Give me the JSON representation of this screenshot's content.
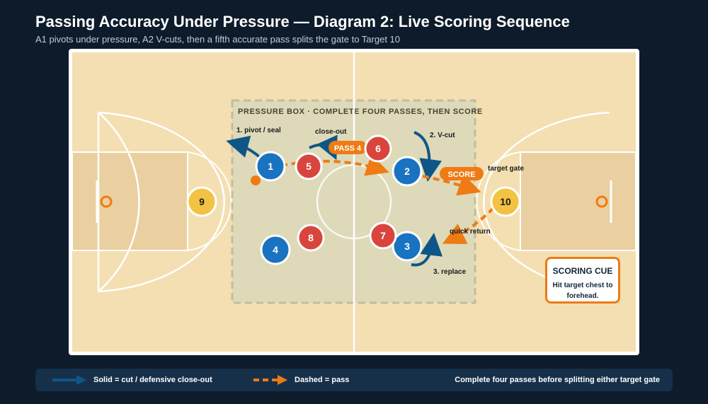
{
  "header": {
    "title": "Passing Accuracy Under Pressure — Diagram 2: Live Scoring Sequence",
    "subtitle": "A1 pivots under pressure, A2 V-cuts, then a fifth accurate pass splits the gate to Target 10"
  },
  "colors": {
    "background": "#0d1b2a",
    "court": "#f3dfb2",
    "paint": "#ead0a0",
    "pressure_box": "#ddd9b9",
    "offense": "#1a73c0",
    "defense": "#d9453d",
    "target": "#f2c342",
    "pass": "#ee7b14",
    "cut": "#0e5687",
    "hoop": "#ee7b14"
  },
  "pressure_box": {
    "label": "PRESSURE BOX · COMPLETE FOUR PASSES, THEN SCORE"
  },
  "players": [
    {
      "id": "1",
      "team": "offense"
    },
    {
      "id": "2",
      "team": "offense"
    },
    {
      "id": "3",
      "team": "offense"
    },
    {
      "id": "4",
      "team": "offense"
    },
    {
      "id": "5",
      "team": "defense"
    },
    {
      "id": "6",
      "team": "defense"
    },
    {
      "id": "7",
      "team": "defense"
    },
    {
      "id": "8",
      "team": "defense"
    },
    {
      "id": "9",
      "team": "target"
    },
    {
      "id": "10",
      "team": "target"
    }
  ],
  "annotations": {
    "pivot_seal": "1. pivot / seal",
    "close_out": "close-out",
    "v_cut": "2. V-cut",
    "target_gate": "target gate",
    "quick_return": "quick return",
    "replace": "3. replace"
  },
  "badges": {
    "pass4": "PASS 4",
    "score": "SCORE"
  },
  "scoring_cue": {
    "title": "SCORING CUE",
    "body": "Hit target chest to forehead."
  },
  "legend": {
    "solid": "Solid = cut / defensive close-out",
    "dashed": "Dashed = pass",
    "note": "Complete four passes before splitting either target gate"
  }
}
